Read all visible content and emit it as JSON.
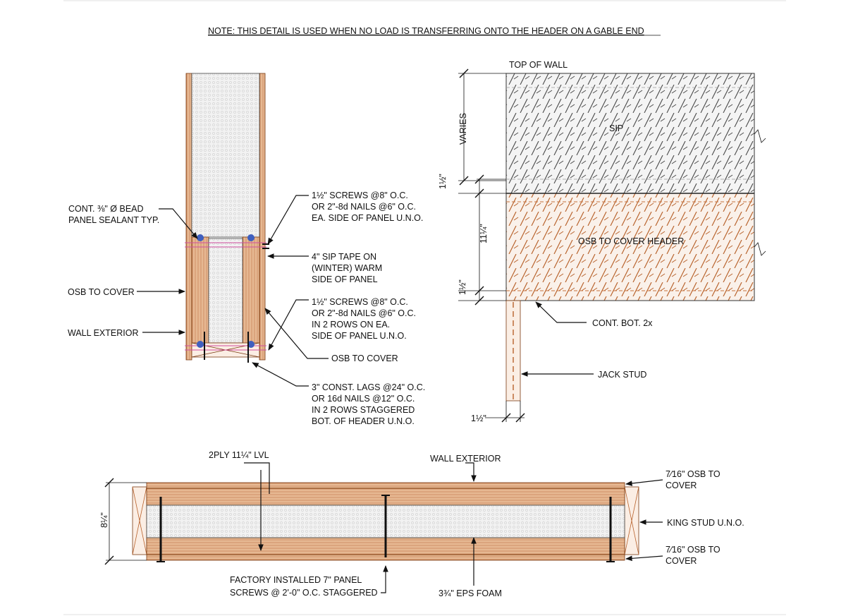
{
  "note": "NOTE:  THIS DETAIL IS USED WHEN NO LOAD IS TRANSFERRING ONTO THE HEADER ON A GABLE END",
  "section": {
    "bead_line1": "CONT. ⅜\" Ø BEAD",
    "bead_line2": "PANEL SEALANT TYP.",
    "osb_to_cover_left": "OSB TO COVER",
    "wall_exterior": "WALL EXTERIOR",
    "screws_top_1": "1½\" SCREWS @8\" O.C.",
    "screws_top_2": "OR 2\"-8d NAILS @6\" O.C.",
    "screws_top_3": "EA. SIDE OF PANEL U.N.O.",
    "sip_tape_1": "4\" SIP TAPE ON",
    "sip_tape_2": "(WINTER) WARM",
    "sip_tape_3": "SIDE OF PANEL",
    "screws_mid_1": "1½\" SCREWS @8\" O.C.",
    "screws_mid_2": "OR 2\"-8d NAILS @6\" O.C.",
    "screws_mid_3": "IN 2 ROWS ON EA.",
    "screws_mid_4": "SIDE OF PANEL U.N.O.",
    "osb_to_cover_right": "OSB TO COVER",
    "lags_1": "3\" CONST. LAGS @24\" O.C.",
    "lags_2": "OR 16d NAILS @12\" O.C.",
    "lags_3": "IN 2 ROWS STAGGERED",
    "lags_4": "BOT. OF HEADER U.N.O."
  },
  "elevation": {
    "top_of_wall": "TOP OF WALL",
    "varies": "VARIES",
    "sip": "SIP",
    "dim_1a": "1½\"",
    "dim_11": "11¼\"",
    "dim_1b": "1½\"",
    "osb_header": "OSB TO COVER HEADER",
    "cont_bot": "CONT. BOT. 2x",
    "jack_stud": "JACK STUD",
    "dim_stud": "1½\""
  },
  "plan": {
    "lvl": "2PLY 11¼\" LVL",
    "wall_exterior": "WALL EXTERIOR",
    "osb_top_1": "7⁄16\" OSB TO",
    "osb_top_2": "COVER",
    "king_stud": "KING STUD U.N.O.",
    "osb_bot_1": "7⁄16\" OSB TO",
    "osb_bot_2": "COVER",
    "dim_height": "8¼\"",
    "screws_1": "FACTORY INSTALLED 7\" PANEL",
    "screws_2": "SCREWS @ 2'-0\" O.C. STAGGERED",
    "eps": "3¾\" EPS FOAM"
  },
  "colors": {
    "osb": "#d98a55",
    "osb_dark": "#7a3b12",
    "foam": "#eeeeee",
    "sip_hatch": "#5a5a5a",
    "bead": "#3f5fbf",
    "tape": "#d04fa0"
  }
}
